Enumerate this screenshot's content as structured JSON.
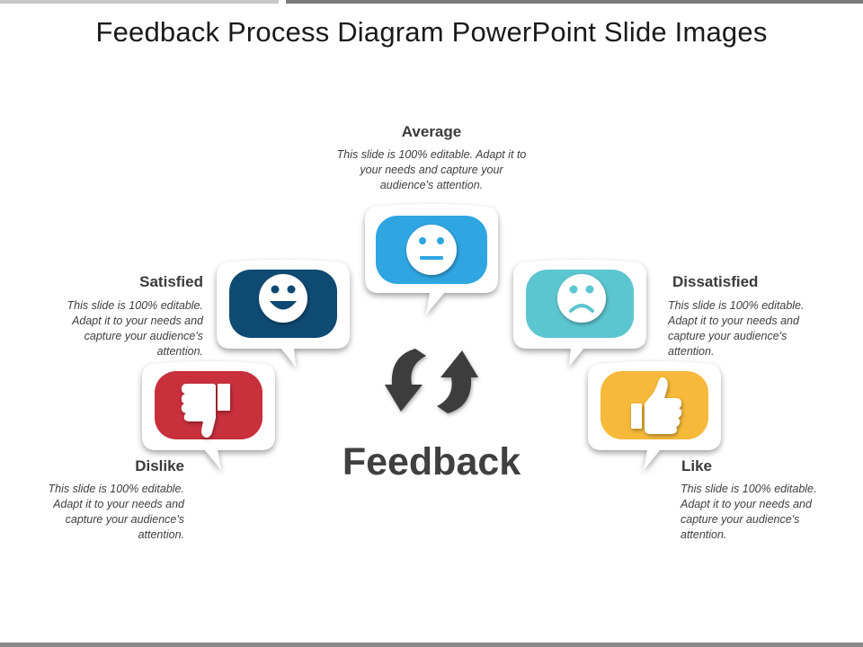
{
  "title": "Feedback Process Diagram PowerPoint Slide Images",
  "center_label": "Feedback",
  "items": {
    "average": {
      "label": "Average",
      "description": "This slide is 100% editable. Adapt it to your needs and capture your audience's attention.",
      "color": "#2fa6e2",
      "icon": "neutral-face-icon"
    },
    "satisfied": {
      "label": "Satisfied",
      "description": "This slide is 100% editable. Adapt it to your needs and capture your audience's attention.",
      "color": "#0f4a73",
      "icon": "happy-face-icon"
    },
    "dissatisfied": {
      "label": "Dissatisfied",
      "description": "This slide is 100% editable. Adapt it to your needs and capture your audience's attention.",
      "color": "#5cc6d0",
      "icon": "sad-face-icon"
    },
    "dislike": {
      "label": "Dislike",
      "description": "This slide is 100% editable. Adapt it to your needs and capture your audience's attention.",
      "color": "#c8303c",
      "icon": "thumbs-down-icon"
    },
    "like": {
      "label": "Like",
      "description": "This slide is 100% editable. Adapt it to your needs and capture your audience's attention.",
      "color": "#f6b93a",
      "icon": "thumbs-up-icon"
    }
  }
}
